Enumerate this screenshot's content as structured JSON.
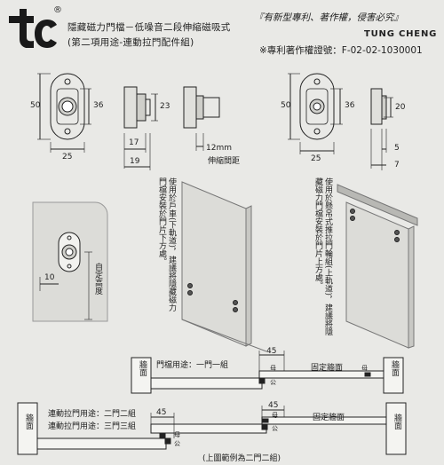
{
  "header": {
    "logo_text": "tc",
    "logo_mark": "®",
    "title_line1": "隱藏磁力門檔－低噪音二段伸縮磁吸式",
    "title_line2": "(第二項用途-連動拉門配件組)",
    "slogan": "『有新型專利、著作權，侵害必究』",
    "brand": "TUNG CHENG",
    "patent_label": "※專利著作權證號：F-02-02-1030001"
  },
  "dimensions": {
    "left_height": "50",
    "left_inner_height": "36",
    "left_width": "25",
    "left_side_height": "23",
    "left_depth_17": "17",
    "left_depth_19": "19",
    "stroke_label": "12mm",
    "stroke_caption": "伸縮間距",
    "right_height": "50",
    "right_inner_height": "36",
    "right_width": "25",
    "right_side_height": "20",
    "right_depth_5": "5",
    "right_depth_7": "7",
    "detail_width": "10",
    "detail_caption": "自定高度"
  },
  "notes": {
    "left_install": "使用於戶車(下軌道)，建議將隱藏磁力門檔安裝於門片下方處。",
    "right_install": "使用於懸吊式推拉門輪組(上軌道)，建議將隱藏磁力門檔安裝於門片上方處。"
  },
  "plans": {
    "wall_label": "牆面",
    "fixed_wall": "固定牆面",
    "female": "母",
    "male": "公",
    "gap": "45",
    "door_stop_use": "門檔用途：一門一組",
    "linked_use_1": "連動拉門用途：二門二組",
    "linked_use_2": "連動拉門用途：三門三組",
    "example_caption": "(上圖範例為二門二組)"
  }
}
